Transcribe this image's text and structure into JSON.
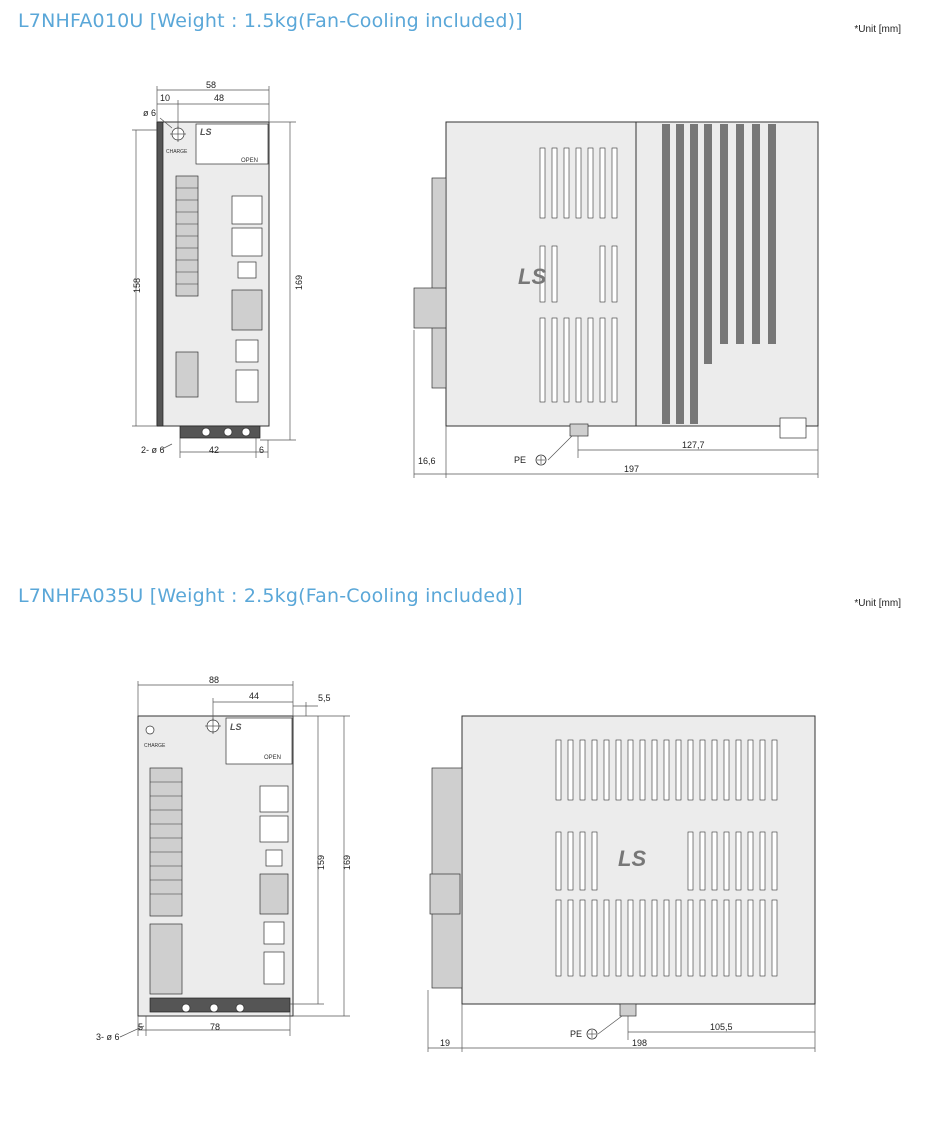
{
  "sections": [
    {
      "title": "L7NHFA010U [Weight : 1.5kg(Fan-Cooling included)]",
      "unit": "*Unit [mm]",
      "front": {
        "top_width": "58",
        "hole_offset": "10",
        "right_width": "48",
        "hole_dia": "ø 6",
        "height_left": "158",
        "height_right": "169",
        "bottom_holes": "2- ø 6",
        "bottom_width": "42",
        "bottom_offset": "6"
      },
      "side": {
        "left_offset": "16,6",
        "pe_label": "PE",
        "inner_length": "127,7",
        "total_length": "197"
      }
    },
    {
      "title": "L7NHFA035U [Weight : 2.5kg(Fan-Cooling included)]",
      "unit": "*Unit [mm]",
      "front": {
        "top_width": "88",
        "right_width": "44",
        "top_offset": "5,5",
        "height_left": "159",
        "height_right": "169",
        "bottom_holes": "3- ø 6",
        "bottom_offset": "5",
        "bottom_width": "78"
      },
      "side": {
        "left_offset": "19",
        "pe_label": "PE",
        "inner_length": "105,5",
        "total_length": "198"
      }
    }
  ],
  "device_labels": {
    "brand_logo": "LS",
    "open_label": "OPEN",
    "charge_label": "CHARGE"
  }
}
